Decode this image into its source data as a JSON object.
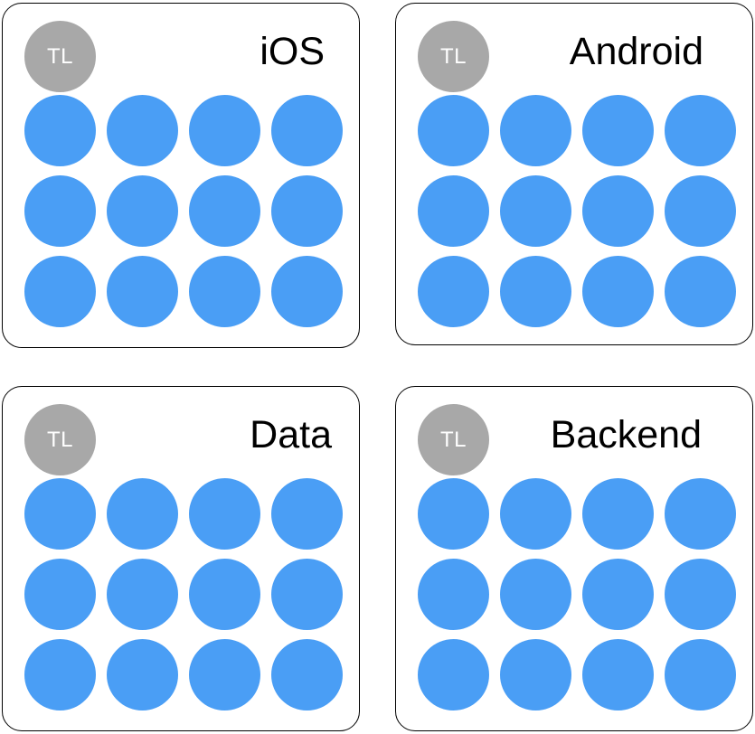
{
  "colors": {
    "member_fill": "#4a9ef5",
    "lead_fill": "#a8a8a8",
    "border": "#000000"
  },
  "teams": [
    {
      "name": "iOS",
      "lead_label": "TL",
      "members": 12
    },
    {
      "name": "Android",
      "lead_label": "TL",
      "members": 12
    },
    {
      "name": "Data",
      "lead_label": "TL",
      "members": 12
    },
    {
      "name": "Backend",
      "lead_label": "TL",
      "members": 12
    }
  ]
}
